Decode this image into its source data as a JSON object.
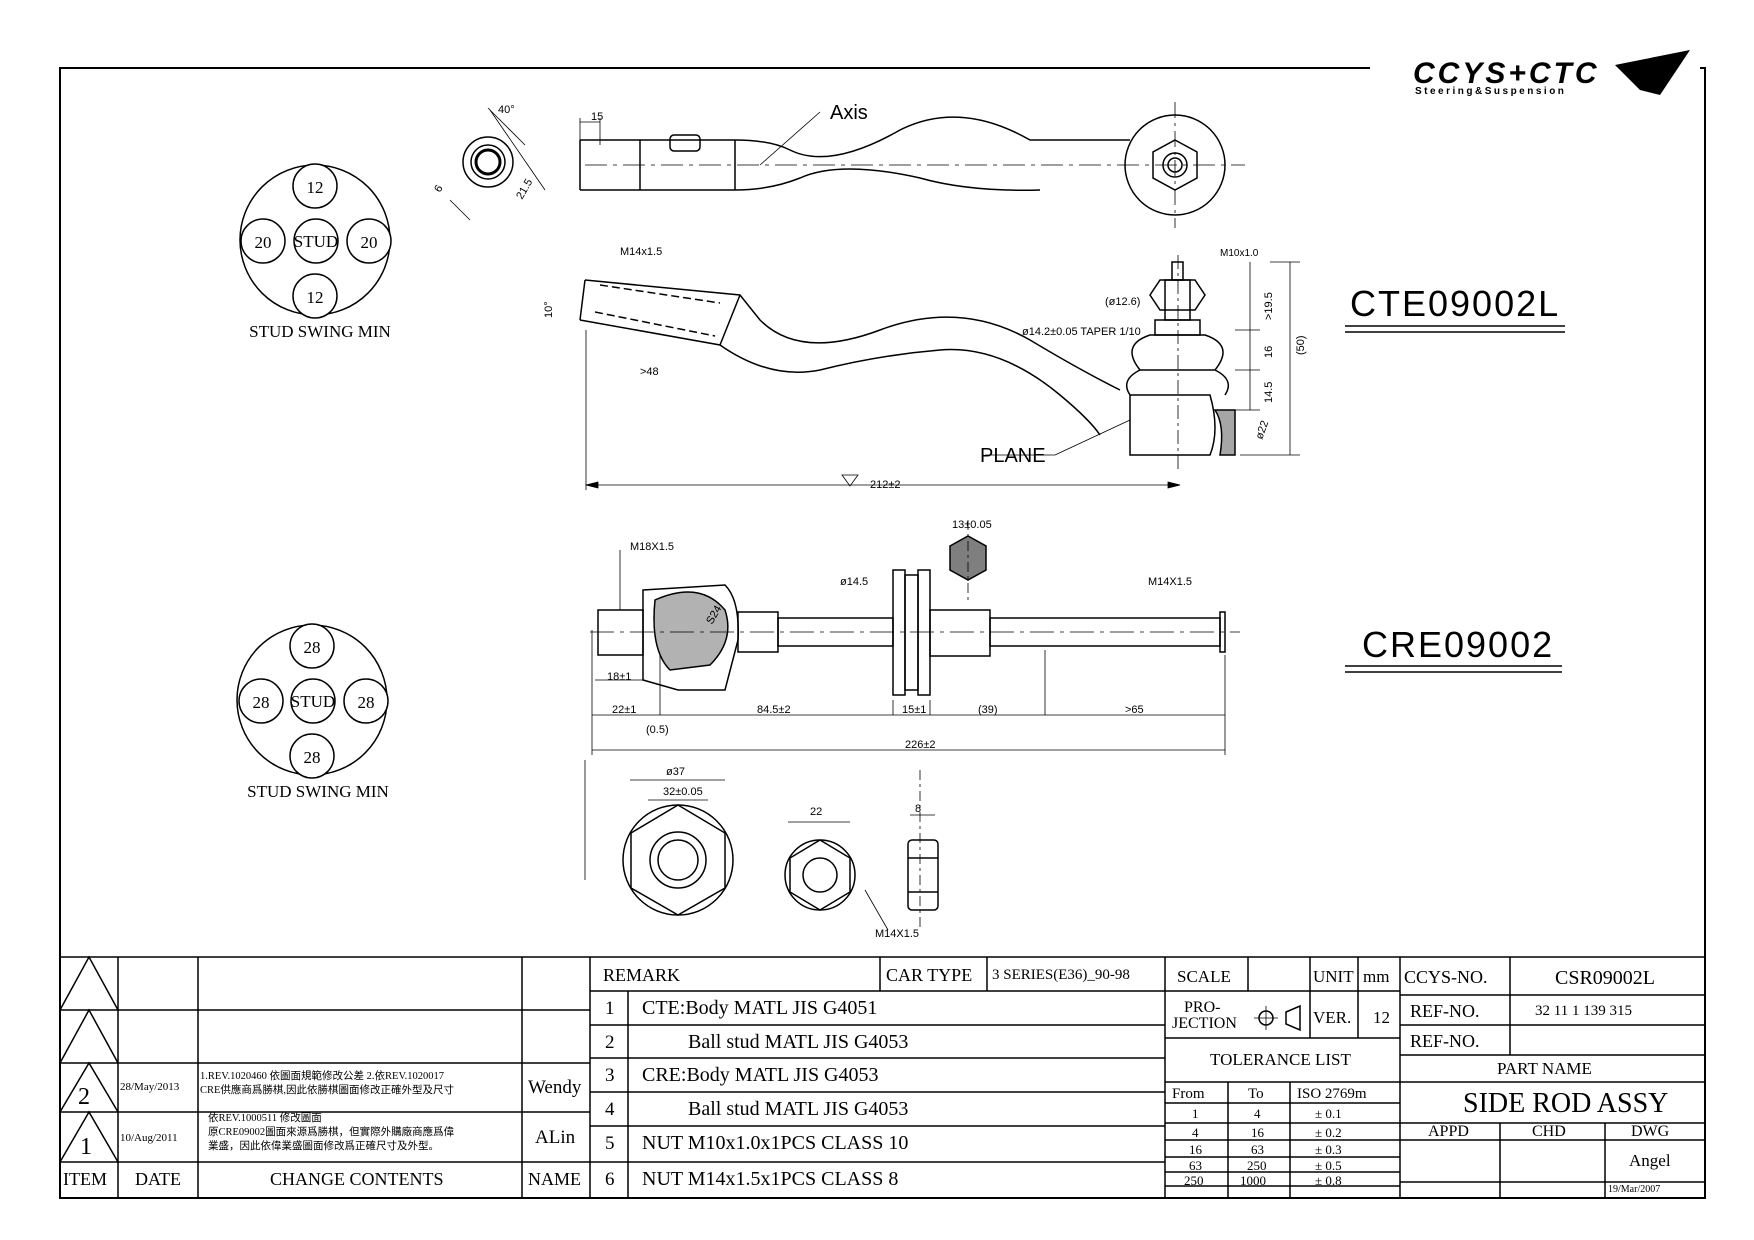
{
  "logo": {
    "brand": "CCYS+CTC",
    "tagline": "Steering&Suspension"
  },
  "parts": {
    "upper_code": "CTE09002L",
    "lower_code": "CRE09002"
  },
  "stud_swing_upper": {
    "center": "STUD",
    "top": "12",
    "left": "20",
    "right": "20",
    "bottom": "12",
    "caption": "STUD SWING MIN"
  },
  "stud_swing_lower": {
    "center": "STUD",
    "top": "28",
    "left": "28",
    "right": "28",
    "bottom": "28",
    "caption": "STUD SWING MIN"
  },
  "dims_upper": {
    "axis": "Axis",
    "plane": "PLANE",
    "angle40": "40°",
    "d15": "15",
    "d21_5": "21.5",
    "d6": "6",
    "thread_body": "M14x1.5",
    "angle10": "10°",
    "gt48": ">48",
    "length": "212±2",
    "thread_stud": "M10x1.0",
    "dia12_6": "(ø12.6)",
    "taper": "ø14.2±0.05 TAPER 1/10",
    "d19_5": ">19.5",
    "d16": "16",
    "d14_5": "14.5",
    "d50": "(50)",
    "r22": "ø22"
  },
  "dims_lower": {
    "thread_left": "M18X1.5",
    "hex13": "13±0.05",
    "dia14_5": "ø14.5",
    "thread_right": "M14X1.5",
    "sph": "S24",
    "d18": "18±1",
    "d22": "22±1",
    "d84_5": "84.5±2",
    "d15": "15±1",
    "d39": "(39)",
    "d65": ">65",
    "d0_5": "(0.5)",
    "d226": "226±2",
    "d37": "ø37",
    "d32": "32±0.05",
    "d22n": "22",
    "d8": "8",
    "nut_thread": "M14X1.5"
  },
  "rev_table": {
    "rows": [
      {
        "mark": "",
        "date": "",
        "change": "",
        "name": ""
      },
      {
        "mark": "",
        "date": "",
        "change": "",
        "name": ""
      },
      {
        "mark": "2",
        "date": "28/May/2013",
        "change1": "1.REV.1020460 依圖面規範修改公差 2.依REV.1020017",
        "change2": "CRE供應商爲勝棋,因此依勝棋圖面修改正確外型及尺寸",
        "name": "Wendy"
      },
      {
        "mark": "1",
        "date": "10/Aug/2011",
        "change1": "依REV.1000511 修改圖面",
        "change2": "原CRE09002圖面來源爲勝棋，但實際外購廠商應爲偉",
        "change3": "業盛，因此依偉業盛圖面修改爲正確尺寸及外型。",
        "name": "ALin"
      }
    ],
    "headers": {
      "item": "ITEM",
      "date": "DATE",
      "change": "CHANGE CONTENTS",
      "name": "NAME"
    }
  },
  "remarks": {
    "title": "REMARK",
    "car_type_label": "CAR TYPE",
    "car_type": "3 SERIES(E36)_90-98",
    "items": [
      {
        "no": "1",
        "text": "CTE:Body MATL JIS G4051"
      },
      {
        "no": "2",
        "text": "Ball stud MATL JIS G4053"
      },
      {
        "no": "3",
        "text": "CRE:Body MATL JIS G4053"
      },
      {
        "no": "4",
        "text": "Ball stud MATL JIS G4053"
      },
      {
        "no": "5",
        "text": "NUT M10x1.0x1PCS CLASS 10"
      },
      {
        "no": "6",
        "text": "NUT M14x1.5x1PCS CLASS 8"
      }
    ]
  },
  "spec": {
    "scale": "SCALE",
    "unit_label": "UNIT",
    "unit": "mm",
    "projection1": "PRO-",
    "projection2": "JECTION",
    "ver_label": "VER.",
    "ver": "12",
    "tolerance_title": "TOLERANCE LIST",
    "tol_headers": {
      "from": "From",
      "to": "To",
      "iso": "ISO 2769m"
    },
    "tolerances": [
      {
        "from": "1",
        "to": "4",
        "tol": "± 0.1"
      },
      {
        "from": "4",
        "to": "16",
        "tol": "± 0.2"
      },
      {
        "from": "16",
        "to": "63",
        "tol": "± 0.3"
      },
      {
        "from": "63",
        "to": "250",
        "tol": "± 0.5"
      },
      {
        "from": "250",
        "to": "1000",
        "tol": "± 0.8"
      }
    ]
  },
  "title_block": {
    "ccys_label": "CCYS-NO.",
    "ccys_no": "CSR09002L",
    "ref_label": "REF-NO.",
    "ref_no": "32 11 1 139 315",
    "ref_label2": "REF-NO.",
    "part_name_label": "PART NAME",
    "part_name": "SIDE ROD ASSY",
    "appd": "APPD",
    "chd": "CHD",
    "dwg": "DWG",
    "dwg_name": "Angel",
    "dwg_date": "19/Mar/2007"
  }
}
